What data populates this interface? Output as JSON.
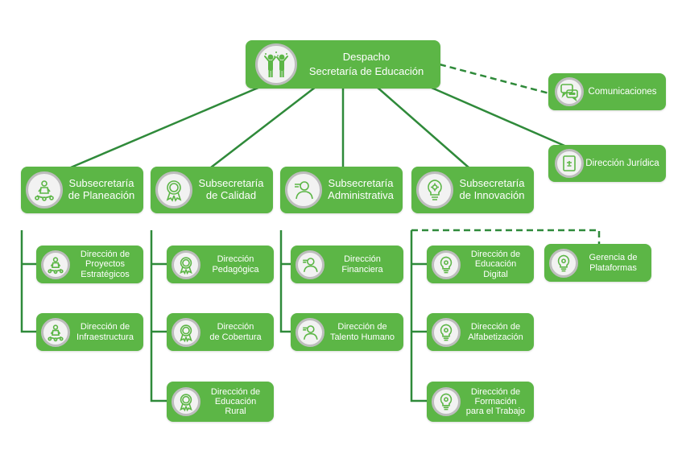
{
  "colors": {
    "green": "#5cb646",
    "connector": "#2f8a3a",
    "icon_ring": "#bdbdbd",
    "icon_fill": "#f2f2f2"
  },
  "top": {
    "label": "Despacho\nSecretaría de Educación",
    "icon": "people-celebrating-icon"
  },
  "side": [
    {
      "label": "Comunicaciones",
      "icon": "chat-bubbles-icon"
    },
    {
      "label": "Dirección Jurídica",
      "icon": "legal-document-icon"
    }
  ],
  "subsecretarias": [
    {
      "label": "Subsecretaría\nde Planeación",
      "icon": "meditation-icon",
      "children": [
        {
          "label": "Dirección de\nProyectos\nEstratégicos",
          "icon": "meditation-icon"
        },
        {
          "label": "Dirección de\nInfraestructura",
          "icon": "meditation-icon"
        }
      ]
    },
    {
      "label": "Subsecretaría\nde Calidad",
      "icon": "award-badge-icon",
      "children": [
        {
          "label": "Dirección\nPedagógica",
          "icon": "award-badge-icon"
        },
        {
          "label": "Dirección\nde Cobertura",
          "icon": "award-badge-icon"
        },
        {
          "label": "Dirección de\nEducación\nRural",
          "icon": "award-badge-icon"
        }
      ]
    },
    {
      "label": "Subsecretaría\nAdministrativa",
      "icon": "person-user-icon",
      "children": [
        {
          "label": "Dirección\nFinanciera",
          "icon": "person-user-icon"
        },
        {
          "label": "Dirección de\nTalento Humano",
          "icon": "person-user-icon"
        }
      ]
    },
    {
      "label": "Subsecretaría\nde Innovación",
      "icon": "lightbulb-gear-icon",
      "children": [
        {
          "label": "Dirección de\nEducación\nDigital",
          "icon": "lightbulb-gear-icon"
        },
        {
          "label": "Dirección de\nAlfabetización",
          "icon": "lightbulb-gear-icon"
        },
        {
          "label": "Dirección de\nFormación\npara el Trabajo",
          "icon": "lightbulb-gear-icon"
        }
      ]
    }
  ],
  "extra": {
    "label": "Gerencia de\nPlataformas",
    "icon": "lightbulb-gear-icon"
  }
}
